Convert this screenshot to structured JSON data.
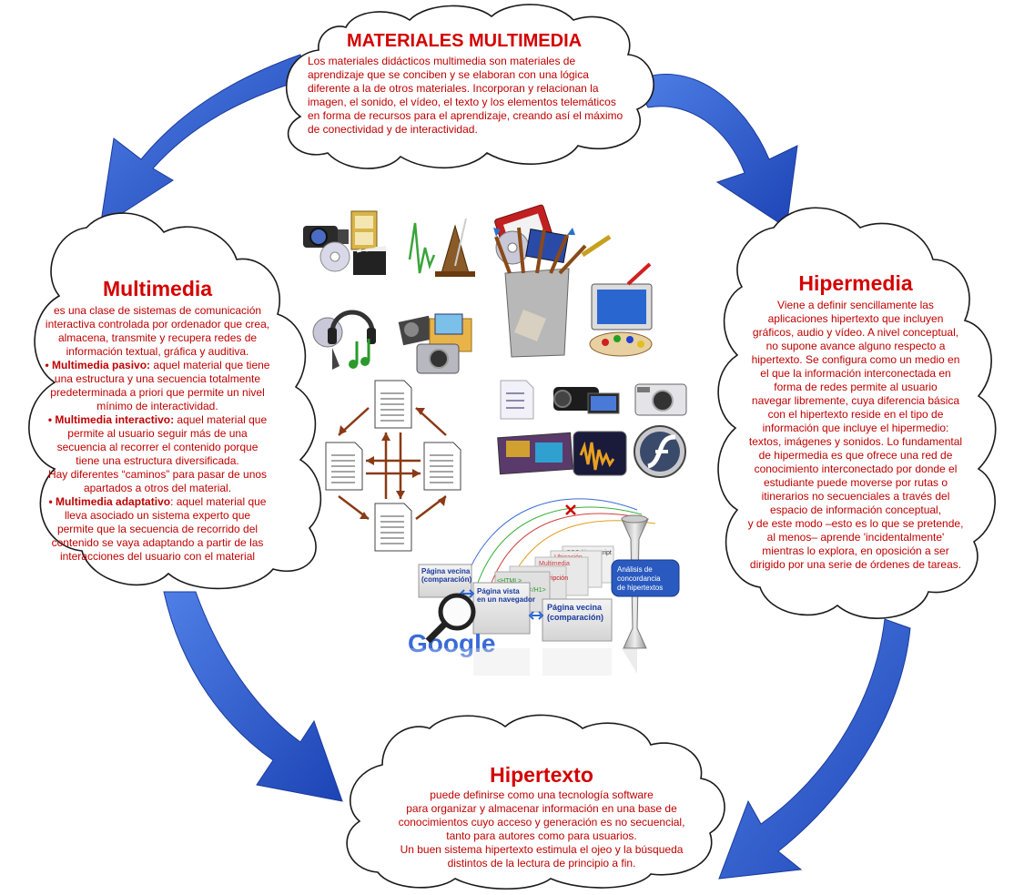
{
  "colors": {
    "title": "#d40000",
    "text": "#c00000",
    "arrow": "#2a56c6",
    "cloud_stroke": "#1a1a1a"
  },
  "top": {
    "title": "MATERIALES MULTIMEDIA",
    "lines": [
      "Los materiales didácticos multimedia son materiales de",
      "aprendizaje que se conciben y se elaboran con una lógica",
      "diferente a la de otros materiales. Incorporan y relacionan la",
      "imagen, el sonido, el vídeo, el texto y los elementos telemáticos",
      "en forma de recursos para el aprendizaje, creando así el máximo",
      "de conectividad y de interactividad."
    ]
  },
  "left": {
    "title": "Multimedia",
    "intro": [
      "es una clase de sistemas de comunicación",
      "interactiva controlada por ordenador que crea,",
      "almacena, transmite y recupera redes de",
      "información textual, gráfica y auditiva."
    ],
    "passive_label": "• Multimedia pasivo:",
    "passive_first": " aquel material que tiene",
    "passive_lines": [
      "una estructura y una secuencia totalmente",
      "predeterminada a priori que permite un nivel",
      "mínimo de interactividad."
    ],
    "interactive_label": "• Multimedia interactivo:",
    "interactive_first": " aquel material que",
    "interactive_lines": [
      "permite al usuario seguir más de una",
      "secuencia al recorrer el contenido porque",
      "tiene una estructura diversificada.",
      "Hay diferentes “caminos” para pasar de unos",
      "apartados a otros del material."
    ],
    "adaptive_label": "• Multimedia adaptativo",
    "adaptive_first": ": aquel material que",
    "adaptive_lines": [
      "lleva asociado un sistema experto que",
      "permite que la secuencia de recorrido del",
      "contenido se vaya adaptando a partir de las",
      "interacciones del usuario con el material"
    ]
  },
  "right": {
    "title": "Hipermedia",
    "lines": [
      "Viene a definir sencillamente las",
      "aplicaciones hipertexto que incluyen",
      "gráficos, audio y vídeo. A nivel conceptual,",
      "no supone avance alguno respecto a",
      "hipertexto. Se configura como un medio en",
      "el que la información interconectada en",
      "forma de redes permite al usuario",
      "navegar libremente, cuya diferencia básica",
      "con el hipertexto reside en el tipo de",
      "información que incluye el hipermedio:",
      "textos, imágenes y sonidos. Lo fundamental",
      "de hipermedia es que ofrece una red de",
      "conocimiento interconectado por donde el",
      "estudiante puede moverse por rutas o",
      "itinerarios no secuenciales a través del",
      "espacio de información conceptual,",
      "y de este modo –esto es lo que se pretende,",
      "al menos– aprende 'incidentalmente'",
      "mientras lo explora, en oposición a ser",
      "dirigido por una serie de órdenes de tareas."
    ]
  },
  "bottom": {
    "title": "Hipertexto",
    "lines": [
      "puede definirse como una tecnología software",
      "para organizar y almacenar información en una base de",
      "conocimientos cuyo acceso y generación es no secuencial,",
      "tanto para autores como para usuarios.",
      "Un buen sistema hipertexto estimula el ojeo y la búsqueda",
      "distintos de la lectura de principio a fin."
    ]
  },
  "diagram": {
    "css_label": "CSS / javascript",
    "ubicacion": "Ubicación",
    "multimedia": "Multimedia",
    "descripcion": "<meta> descripción",
    "html_tag": "<HTML>",
    "h1_tag": "<H1>Título</H1>",
    "vecina1_a": "Página vecina",
    "vecina1_b": "(comparación)",
    "vista_a": "Página vista",
    "vista_b": "en un navegador",
    "vecina2_a": "Página vecina",
    "vecina2_b": "(comparación)",
    "analisis_a": "Análisis de",
    "analisis_b": "concordancia",
    "analisis_c": "de hipertextos",
    "google": "Google"
  }
}
